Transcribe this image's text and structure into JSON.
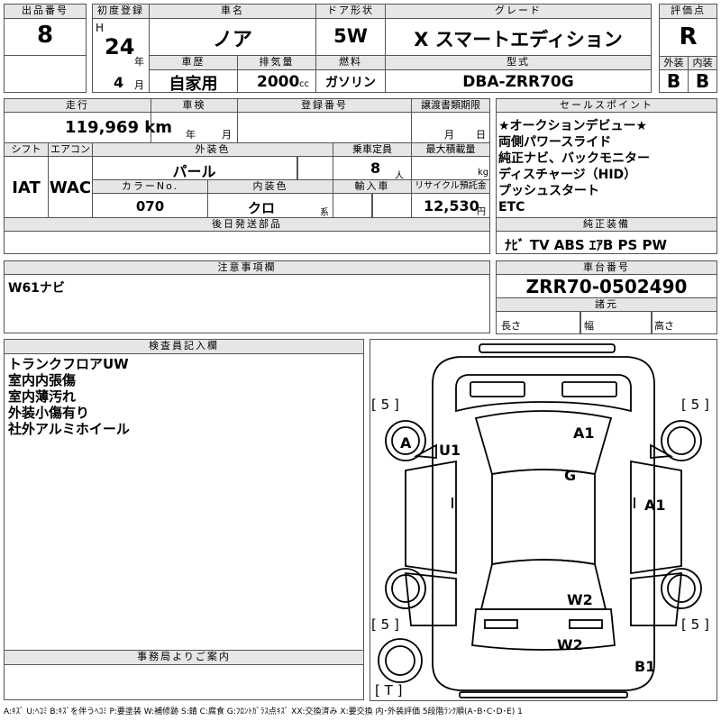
{
  "labels": {
    "lot_no": "出品番号",
    "first_reg": "初度登録",
    "car_name": "車名",
    "doors": "ドア形状",
    "grade": "グレード",
    "score": "評価点",
    "history": "車歴",
    "displacement": "排気量",
    "fuel": "燃料",
    "model": "型式",
    "exterior": "外装",
    "interior": "内装",
    "mileage": "走行",
    "inspection": "車検",
    "reg_no": "登録番号",
    "transfer": "譲渡書類期限",
    "sales_point": "セールスポイント",
    "shift": "シフト",
    "aircon": "エアコン",
    "ext_color": "外装色",
    "capacity": "乗車定員",
    "max_load": "最大積載量",
    "color_no": "カラーNo.",
    "int_color": "内装色",
    "import": "輸入車",
    "recycle": "リサイクル預託金",
    "later_parts": "後日発送部品",
    "genuine": "純正装備",
    "notes": "注意事項欄",
    "chassis": "車台番号",
    "dims": "諸元",
    "length": "長さ",
    "width": "幅",
    "height": "高さ",
    "inspector": "検査員記入欄",
    "office": "事務局よりご案内",
    "yen": "円",
    "nin": "人",
    "kg": "kg",
    "kei": "系",
    "year_suffix": "年",
    "month_suffix": "月",
    "era": "H",
    "cc": "cc"
  },
  "header": {
    "lot_no": "8",
    "year": "24",
    "month": "4",
    "car_name": "ノア",
    "doors": "5W",
    "grade": "X スマートエディション",
    "score": "R",
    "history": "自家用",
    "displacement": "2000",
    "fuel": "ガソリン",
    "model": "DBA-ZRR70G",
    "exterior_score": "B",
    "interior_score": "B"
  },
  "details": {
    "mileage": "119,969 km",
    "inspection_year": "年",
    "inspection_month": "月",
    "transfer_month": "月",
    "transfer_day": "日",
    "shift": "IAT",
    "aircon": "WAC",
    "ext_color": "パール",
    "capacity": "8",
    "color_no": "070",
    "int_color": "クロ",
    "recycle": "12,530"
  },
  "sales_points": [
    "★オークションデビュー★",
    "両側パワースライド",
    "純正ナビ、バックモニター",
    "ディスチャージ（HID）",
    "プッシュスタート",
    "ETC"
  ],
  "genuine_equipment": "ﾅﾋﾞ TV ABS ｴｱB PS PW",
  "notes": "W61ナビ",
  "chassis_no": "ZRR70-0502490",
  "inspector_notes": [
    "トランクフロアUW",
    "室内内張傷",
    "室内薄汚れ",
    "外装小傷有り",
    "社外アルミホイール"
  ],
  "diagram": {
    "tire_left_front": "5",
    "tire_right_front": "5",
    "tire_left_rear": "5",
    "tire_right_rear": "5",
    "spare": "T",
    "marks": [
      {
        "id": "a-wheel",
        "text": "A"
      },
      {
        "id": "u1",
        "text": "U1"
      },
      {
        "id": "a1-hood",
        "text": "A1"
      },
      {
        "id": "g",
        "text": "G"
      },
      {
        "id": "a1-right",
        "text": "A1"
      },
      {
        "id": "w2-roof",
        "text": "W2"
      },
      {
        "id": "w2-rear",
        "text": "W2"
      },
      {
        "id": "b1",
        "text": "B1"
      }
    ]
  },
  "legend": "A:ｷｽﾞ U:ﾍｺﾐ B:ｷｽﾞを伴うﾍｺﾐ P:要塗装 W:補修跡 S:錆 C:腐食 G:ﾌﾛﾝﾄｶﾞﾗｽ点ｷｽﾞ XX:交換済み X:要交換 内･外装評価 5段階ﾗﾝｸ順(A･B･C･D･E) 1"
}
